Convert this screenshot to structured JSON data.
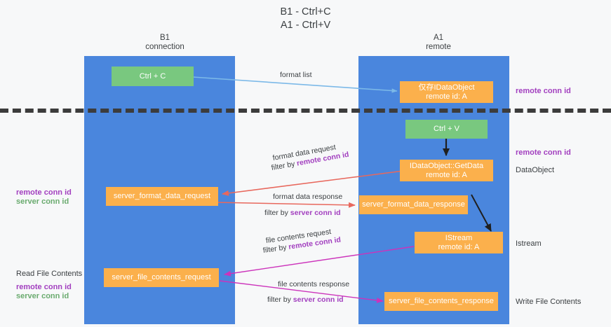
{
  "title": {
    "line1": "B1 - Ctrl+C",
    "line2": "A1 - Ctrl+V"
  },
  "columns": {
    "left": {
      "name": "B1",
      "role": "connection"
    },
    "right": {
      "name": "A1",
      "role": "remote"
    }
  },
  "colors": {
    "lane": "#4a86dd",
    "green_box": "#79c87f",
    "orange_box": "#fbb04c",
    "purple_text": "#a23fbf",
    "green_text": "#6aab6f",
    "blue_arrow": "#7cb9e8",
    "red_arrow": "#e8685d",
    "black_arrow": "#1f1f1f",
    "magenta_arrow": "#cc33bb",
    "dashed_line": "#3c3c3c",
    "background": "#f7f8f9"
  },
  "boxes": {
    "ctrl_c": {
      "label": "Ctrl + C"
    },
    "ctrl_v": {
      "label": "Ctrl + V"
    },
    "idataobject": {
      "line1": "仅存IDataObject",
      "line2": "remote id: A"
    },
    "idataobject_getdata": {
      "line1": "IDataObject::GetData",
      "line2": "remote id: A"
    },
    "istream": {
      "line1": "IStream",
      "line2": "remote id: A"
    },
    "server_format_data_request": {
      "label": "server_format_data_request"
    },
    "server_format_data_response": {
      "label": "server_format_data_response"
    },
    "server_file_contents_request": {
      "label": "server_file_contents_request"
    },
    "server_file_contents_response": {
      "label": "server_file_contents_response"
    }
  },
  "edge_labels": {
    "format_list": "format list",
    "format_data_request": "format data request",
    "format_data_request_filter_prefix": "filter by ",
    "format_data_request_filter_key": "remote conn id",
    "format_data_response": "format data response",
    "format_data_response_filter_prefix": "filter by ",
    "format_data_response_filter_key": "server conn id",
    "file_contents_request": "file contents request",
    "file_contents_request_filter_prefix": "filter by ",
    "file_contents_request_filter_key": "remote conn id",
    "file_contents_response": "file contents response",
    "file_contents_response_filter_prefix": "filter by ",
    "file_contents_response_filter_key": "server conn id"
  },
  "right_notes": {
    "remote_conn_id_top": "remote conn id",
    "remote_conn_id_mid": "remote conn id",
    "dataobject": "DataObject",
    "istream": "Istream",
    "write_file_contents": "Write File Contents"
  },
  "left_notes": {
    "remote_conn_id_mid": "remote conn id",
    "server_conn_id_mid": "server conn id",
    "read_file_contents": "Read File Contents",
    "remote_conn_id_bottom": "remote conn id",
    "server_conn_id_bottom": "server conn id"
  }
}
